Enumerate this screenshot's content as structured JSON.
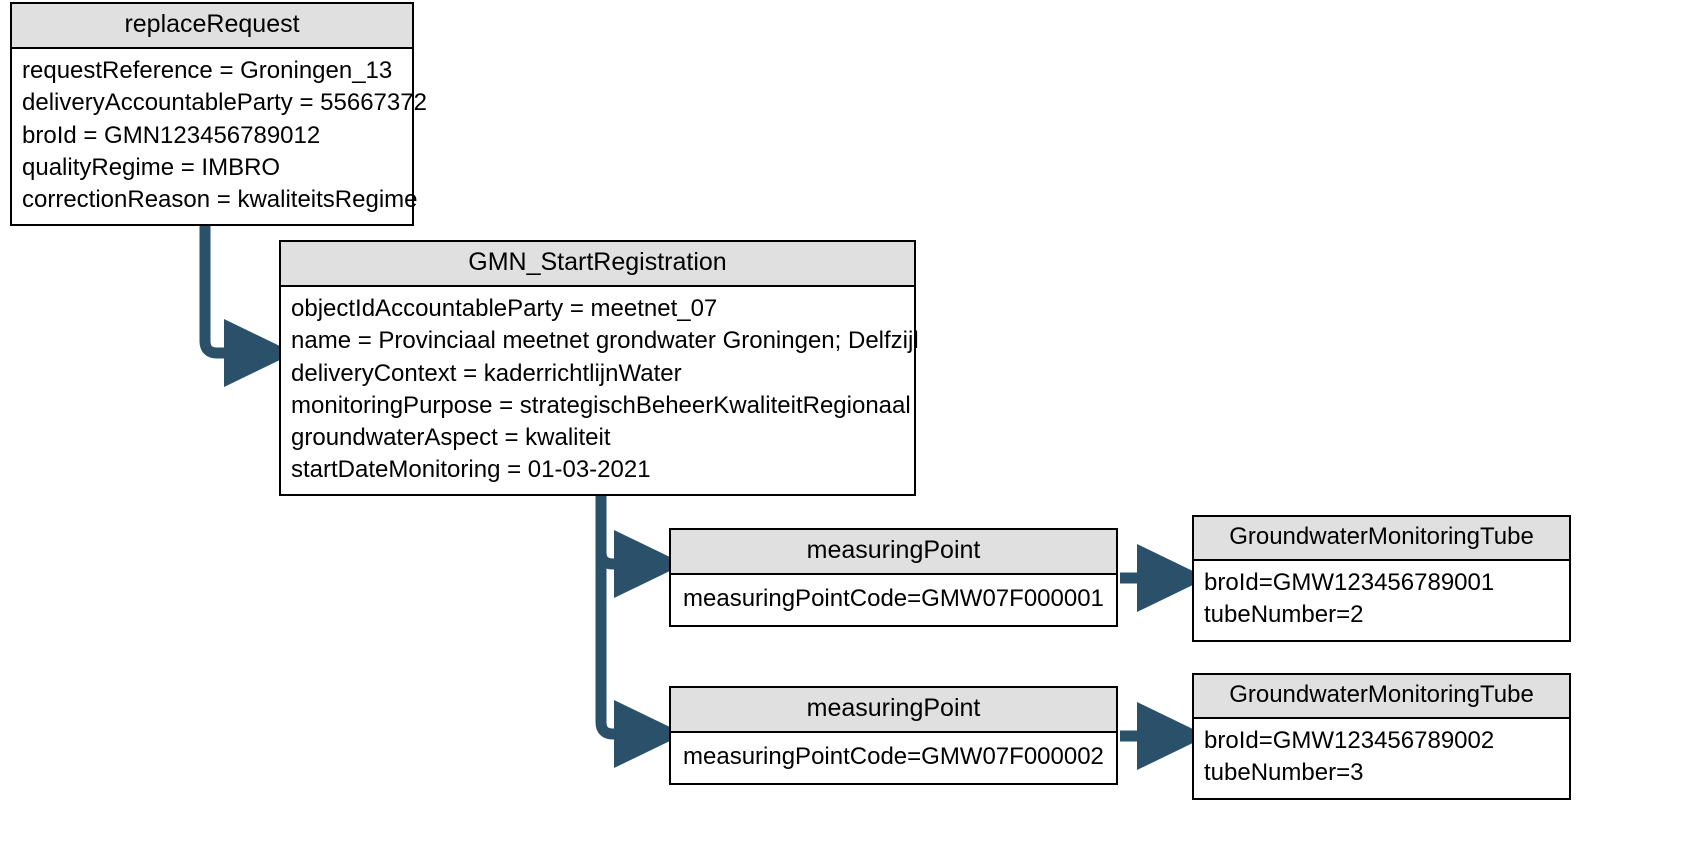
{
  "diagram": {
    "title": "GMN replaceRequest object diagram",
    "colors": {
      "header_fill": "#e0e0e0",
      "body_fill": "#ffffff",
      "border": "#000000",
      "connector": "#2a5169"
    }
  },
  "nodes": {
    "replace_request": {
      "title": "replaceRequest",
      "attributes": [
        "requestReference = Groningen_13",
        "deliveryAccountableParty = 55667372",
        "broId = GMN123456789012",
        "qualityRegime = IMBRO",
        "correctionReason = kwaliteitsRegime"
      ]
    },
    "gmn_start_registration": {
      "title": "GMN_StartRegistration",
      "attributes": [
        "objectIdAccountableParty = meetnet_07",
        "name = Provinciaal meetnet grondwater Groningen; Delfzijl",
        "deliveryContext = kaderrichtlijnWater",
        "monitoringPurpose = strategischBeheerKwaliteitRegionaal",
        "groundwaterAspect = kwaliteit",
        "startDateMonitoring = 01-03-2021"
      ]
    },
    "measuring_point_1": {
      "title": "measuringPoint",
      "attributes": [
        "measuringPointCode=GMW07F000001"
      ]
    },
    "measuring_point_2": {
      "title": "measuringPoint",
      "attributes": [
        "measuringPointCode=GMW07F000002"
      ]
    },
    "groundwater_monitoring_tube_1": {
      "title": "GroundwaterMonitoringTube",
      "attributes": [
        "broId=GMW123456789001",
        "tubeNumber=2"
      ]
    },
    "groundwater_monitoring_tube_2": {
      "title": "GroundwaterMonitoringTube",
      "attributes": [
        "broId=GMW123456789002",
        "tubeNumber=3"
      ]
    }
  },
  "connectors": [
    {
      "name": "replace-request-to-gmn-start",
      "from": "replace_request",
      "to": "gmn_start_registration",
      "style": "elbow-arrow"
    },
    {
      "name": "gmn-start-to-measuring-point-1",
      "from": "gmn_start_registration",
      "to": "measuring_point_1",
      "style": "elbow-arrow"
    },
    {
      "name": "gmn-start-to-measuring-point-2",
      "from": "gmn_start_registration",
      "to": "measuring_point_2",
      "style": "elbow-arrow"
    },
    {
      "name": "measuring-point-1-to-tube-1",
      "from": "measuring_point_1",
      "to": "groundwater_monitoring_tube_1",
      "style": "straight-arrow"
    },
    {
      "name": "measuring-point-2-to-tube-2",
      "from": "measuring_point_2",
      "to": "groundwater_monitoring_tube_2",
      "style": "straight-arrow"
    }
  ]
}
